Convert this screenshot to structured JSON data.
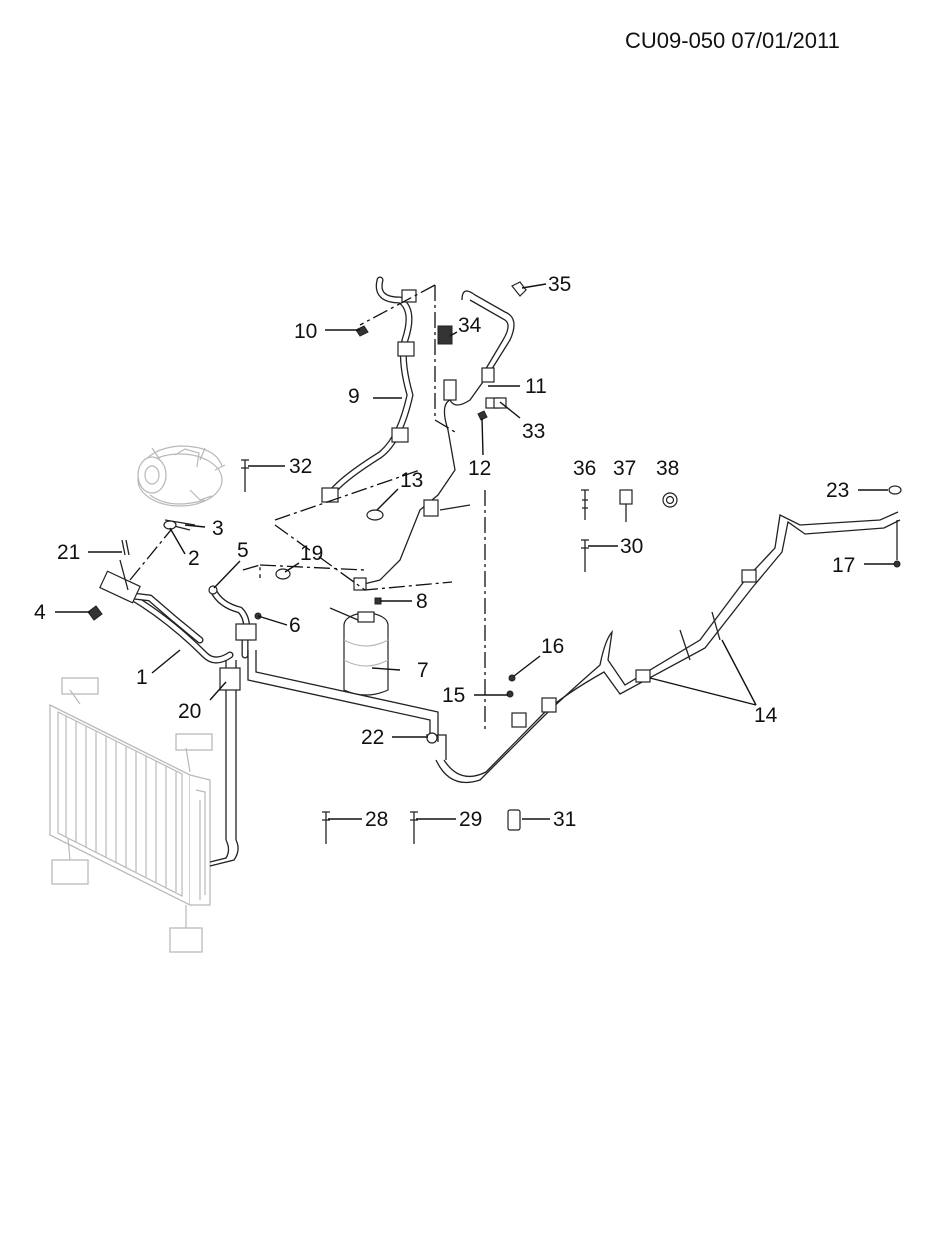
{
  "header": {
    "code": "CU09-050 07/01/2011"
  },
  "callouts": [
    {
      "id": "1",
      "label": "1"
    },
    {
      "id": "2",
      "label": "2"
    },
    {
      "id": "3",
      "label": "3"
    },
    {
      "id": "4",
      "label": "4"
    },
    {
      "id": "5",
      "label": "5"
    },
    {
      "id": "6",
      "label": "6"
    },
    {
      "id": "7",
      "label": "7"
    },
    {
      "id": "8",
      "label": "8"
    },
    {
      "id": "9",
      "label": "9"
    },
    {
      "id": "10",
      "label": "10"
    },
    {
      "id": "11",
      "label": "11"
    },
    {
      "id": "12",
      "label": "12"
    },
    {
      "id": "13",
      "label": "13"
    },
    {
      "id": "14",
      "label": "14"
    },
    {
      "id": "15",
      "label": "15"
    },
    {
      "id": "16",
      "label": "16"
    },
    {
      "id": "17",
      "label": "17"
    },
    {
      "id": "19",
      "label": "19"
    },
    {
      "id": "20",
      "label": "20"
    },
    {
      "id": "21",
      "label": "21"
    },
    {
      "id": "22",
      "label": "22"
    },
    {
      "id": "23",
      "label": "23"
    },
    {
      "id": "28",
      "label": "28"
    },
    {
      "id": "29",
      "label": "29"
    },
    {
      "id": "30",
      "label": "30"
    },
    {
      "id": "31",
      "label": "31"
    },
    {
      "id": "32",
      "label": "32"
    },
    {
      "id": "33",
      "label": "33"
    },
    {
      "id": "34",
      "label": "34"
    },
    {
      "id": "35",
      "label": "35"
    },
    {
      "id": "36",
      "label": "36"
    },
    {
      "id": "37",
      "label": "37"
    },
    {
      "id": "38",
      "label": "38"
    }
  ]
}
